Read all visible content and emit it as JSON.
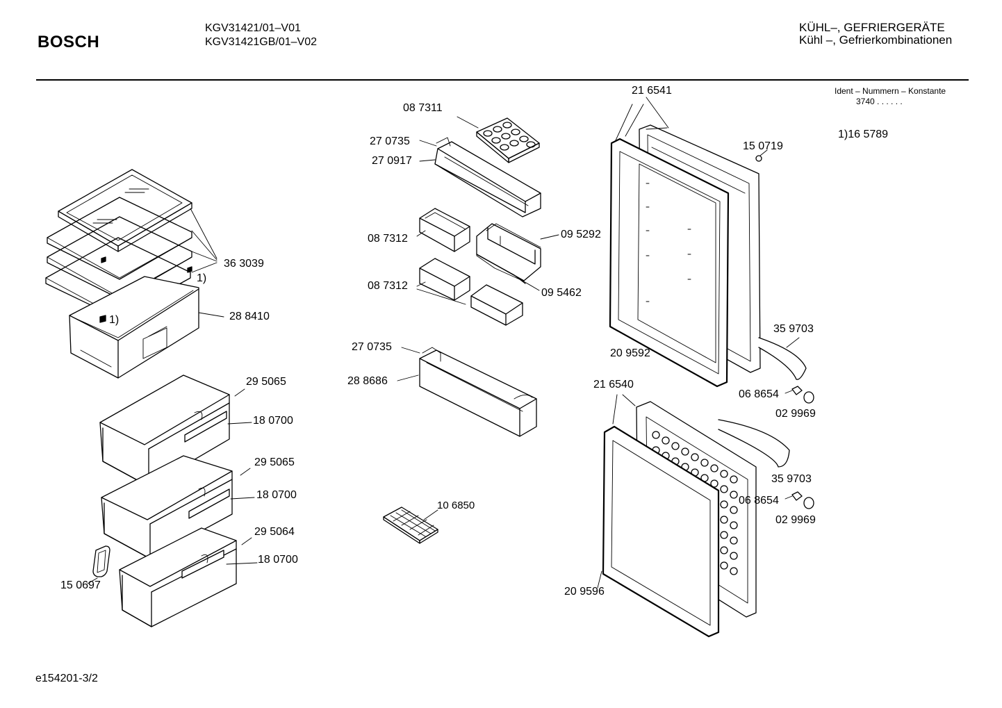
{
  "header": {
    "brand": "BOSCH",
    "model_1": "KGV31421/01–V01",
    "model_2": "KGV31421GB/01–V02",
    "category_1": "KÜHL–, GEFRIERGERÄTE",
    "category_2": "Kühl –, Gefrierkombinationen"
  },
  "ident": {
    "label": "Ident – Nummern – Konstante",
    "value": "3740  .  .     .  .  .  .",
    "footnote": "1)16 5789"
  },
  "footer": {
    "drawing_id": "e154201-3/2"
  },
  "parts": {
    "egg_tray": "08 7311",
    "bottle_rack_top": "27 0735",
    "door_shelf_top": "27 0917",
    "butter_box_a": "08 7312",
    "butter_box_b": "08 7312",
    "dairy_box": "09 5292",
    "dairy_lid": "09 5462",
    "bottle_rack_bottom": "27 0735",
    "door_shelf_bottom": "28 8686",
    "ice_tray": "10 6850",
    "glass_shelf": "36 3039",
    "shelf_note": "1)",
    "crisper_note": "1)",
    "crisper_cover": "28 8410",
    "drawer_1": "29 5065",
    "drawer_handle_1": "18 0700",
    "drawer_2": "29 5065",
    "drawer_handle_2": "18 0700",
    "drawer_3": "29 5064",
    "drawer_handle_3": "18 0700",
    "seal_clip": "15 0697",
    "upper_door": "21 6541",
    "door_bearing": "15 0719",
    "upper_gasket": "20 9592",
    "upper_handle": "35 9703",
    "upper_screw": "06 8654",
    "upper_cap": "02 9969",
    "lower_door": "21 6540",
    "lower_handle": "35 9703",
    "lower_screw": "06 8654",
    "lower_cap": "02 9969",
    "lower_gasket": "20 9596"
  }
}
